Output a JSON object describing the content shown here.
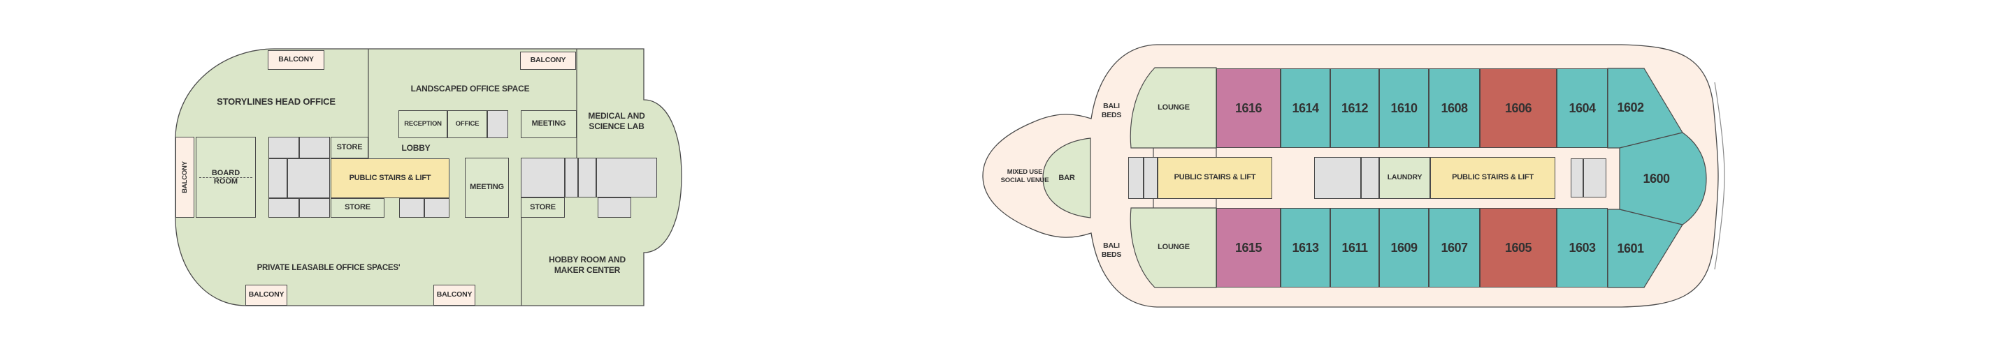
{
  "page": {
    "background": "#ffffff"
  },
  "colors": {
    "hull_office": "#dbe6c9",
    "hull_residence": "#fdefe5",
    "room_green": "#dde8cd",
    "lounge_green": "#dde9cd",
    "stairs_yellow": "#f8e7ab",
    "utility_grey": "#e0e0e0",
    "balcony_cream": "#fdefe5",
    "cabin_teal": "#68c2bf",
    "cabin_pink": "#c77ba1",
    "cabin_red": "#c5645a",
    "outline": "#4a4a4a",
    "text": "#323232"
  },
  "office_deck": {
    "area_labels": {
      "storylines_head_office": "STORYLINES HEAD OFFICE",
      "landscaped_office_space": "LANDSCAPED OFFICE SPACE",
      "medical_line1": "MEDICAL AND",
      "medical_line2": "SCIENCE LAB",
      "private_leasable": "PRIVATE LEASABLE OFFICE SPACES'",
      "hobby_line1": "HOBBY ROOM AND",
      "hobby_line2": "MAKER CENTER",
      "lobby": "LOBBY"
    },
    "rooms": {
      "board_room_line1": "BOARD",
      "board_room_line2": "ROOM",
      "reception": "RECEPTION",
      "office": "OFFICE",
      "meeting_upper": "MEETING",
      "meeting_lower": "MEETING",
      "store_top": "STORE",
      "store_mid": "STORE",
      "store_right": "STORE",
      "public_stairs": "PUBLIC STAIRS & LIFT"
    },
    "balconies": {
      "top_left": "BALCONY",
      "top_center": "BALCONY",
      "bottom_left": "BALCONY",
      "bottom_right": "BALCONY",
      "port_side": "BALCONY"
    }
  },
  "residence_deck": {
    "area_labels": {
      "bali_beds_top_line1": "BALI",
      "bali_beds_top_line2": "BEDS",
      "bali_beds_bottom_line1": "BALI",
      "bali_beds_bottom_line2": "BEDS",
      "mixed_use_line1": "MIXED USE",
      "mixed_use_line2": "SOCIAL VENUE",
      "bar": "BAR",
      "lounge_top": "LOUNGE",
      "lounge_bottom": "LOUNGE",
      "laundry": "LAUNDRY",
      "stairs_forward": "PUBLIC STAIRS & LIFT",
      "stairs_aft": "PUBLIC STAIRS & LIFT"
    },
    "cabins_top": [
      {
        "number": "1616",
        "color": "pink"
      },
      {
        "number": "1614",
        "color": "teal"
      },
      {
        "number": "1612",
        "color": "teal"
      },
      {
        "number": "1610",
        "color": "teal"
      },
      {
        "number": "1608",
        "color": "teal"
      },
      {
        "number": "1606",
        "color": "red"
      },
      {
        "number": "1604",
        "color": "teal"
      },
      {
        "number": "1602",
        "color": "teal"
      }
    ],
    "cabins_bottom": [
      {
        "number": "1615",
        "color": "pink"
      },
      {
        "number": "1613",
        "color": "teal"
      },
      {
        "number": "1611",
        "color": "teal"
      },
      {
        "number": "1609",
        "color": "teal"
      },
      {
        "number": "1607",
        "color": "teal"
      },
      {
        "number": "1605",
        "color": "red"
      },
      {
        "number": "1603",
        "color": "teal"
      },
      {
        "number": "1601",
        "color": "teal"
      }
    ],
    "cabin_aft": {
      "number": "1600",
      "color": "teal"
    }
  }
}
